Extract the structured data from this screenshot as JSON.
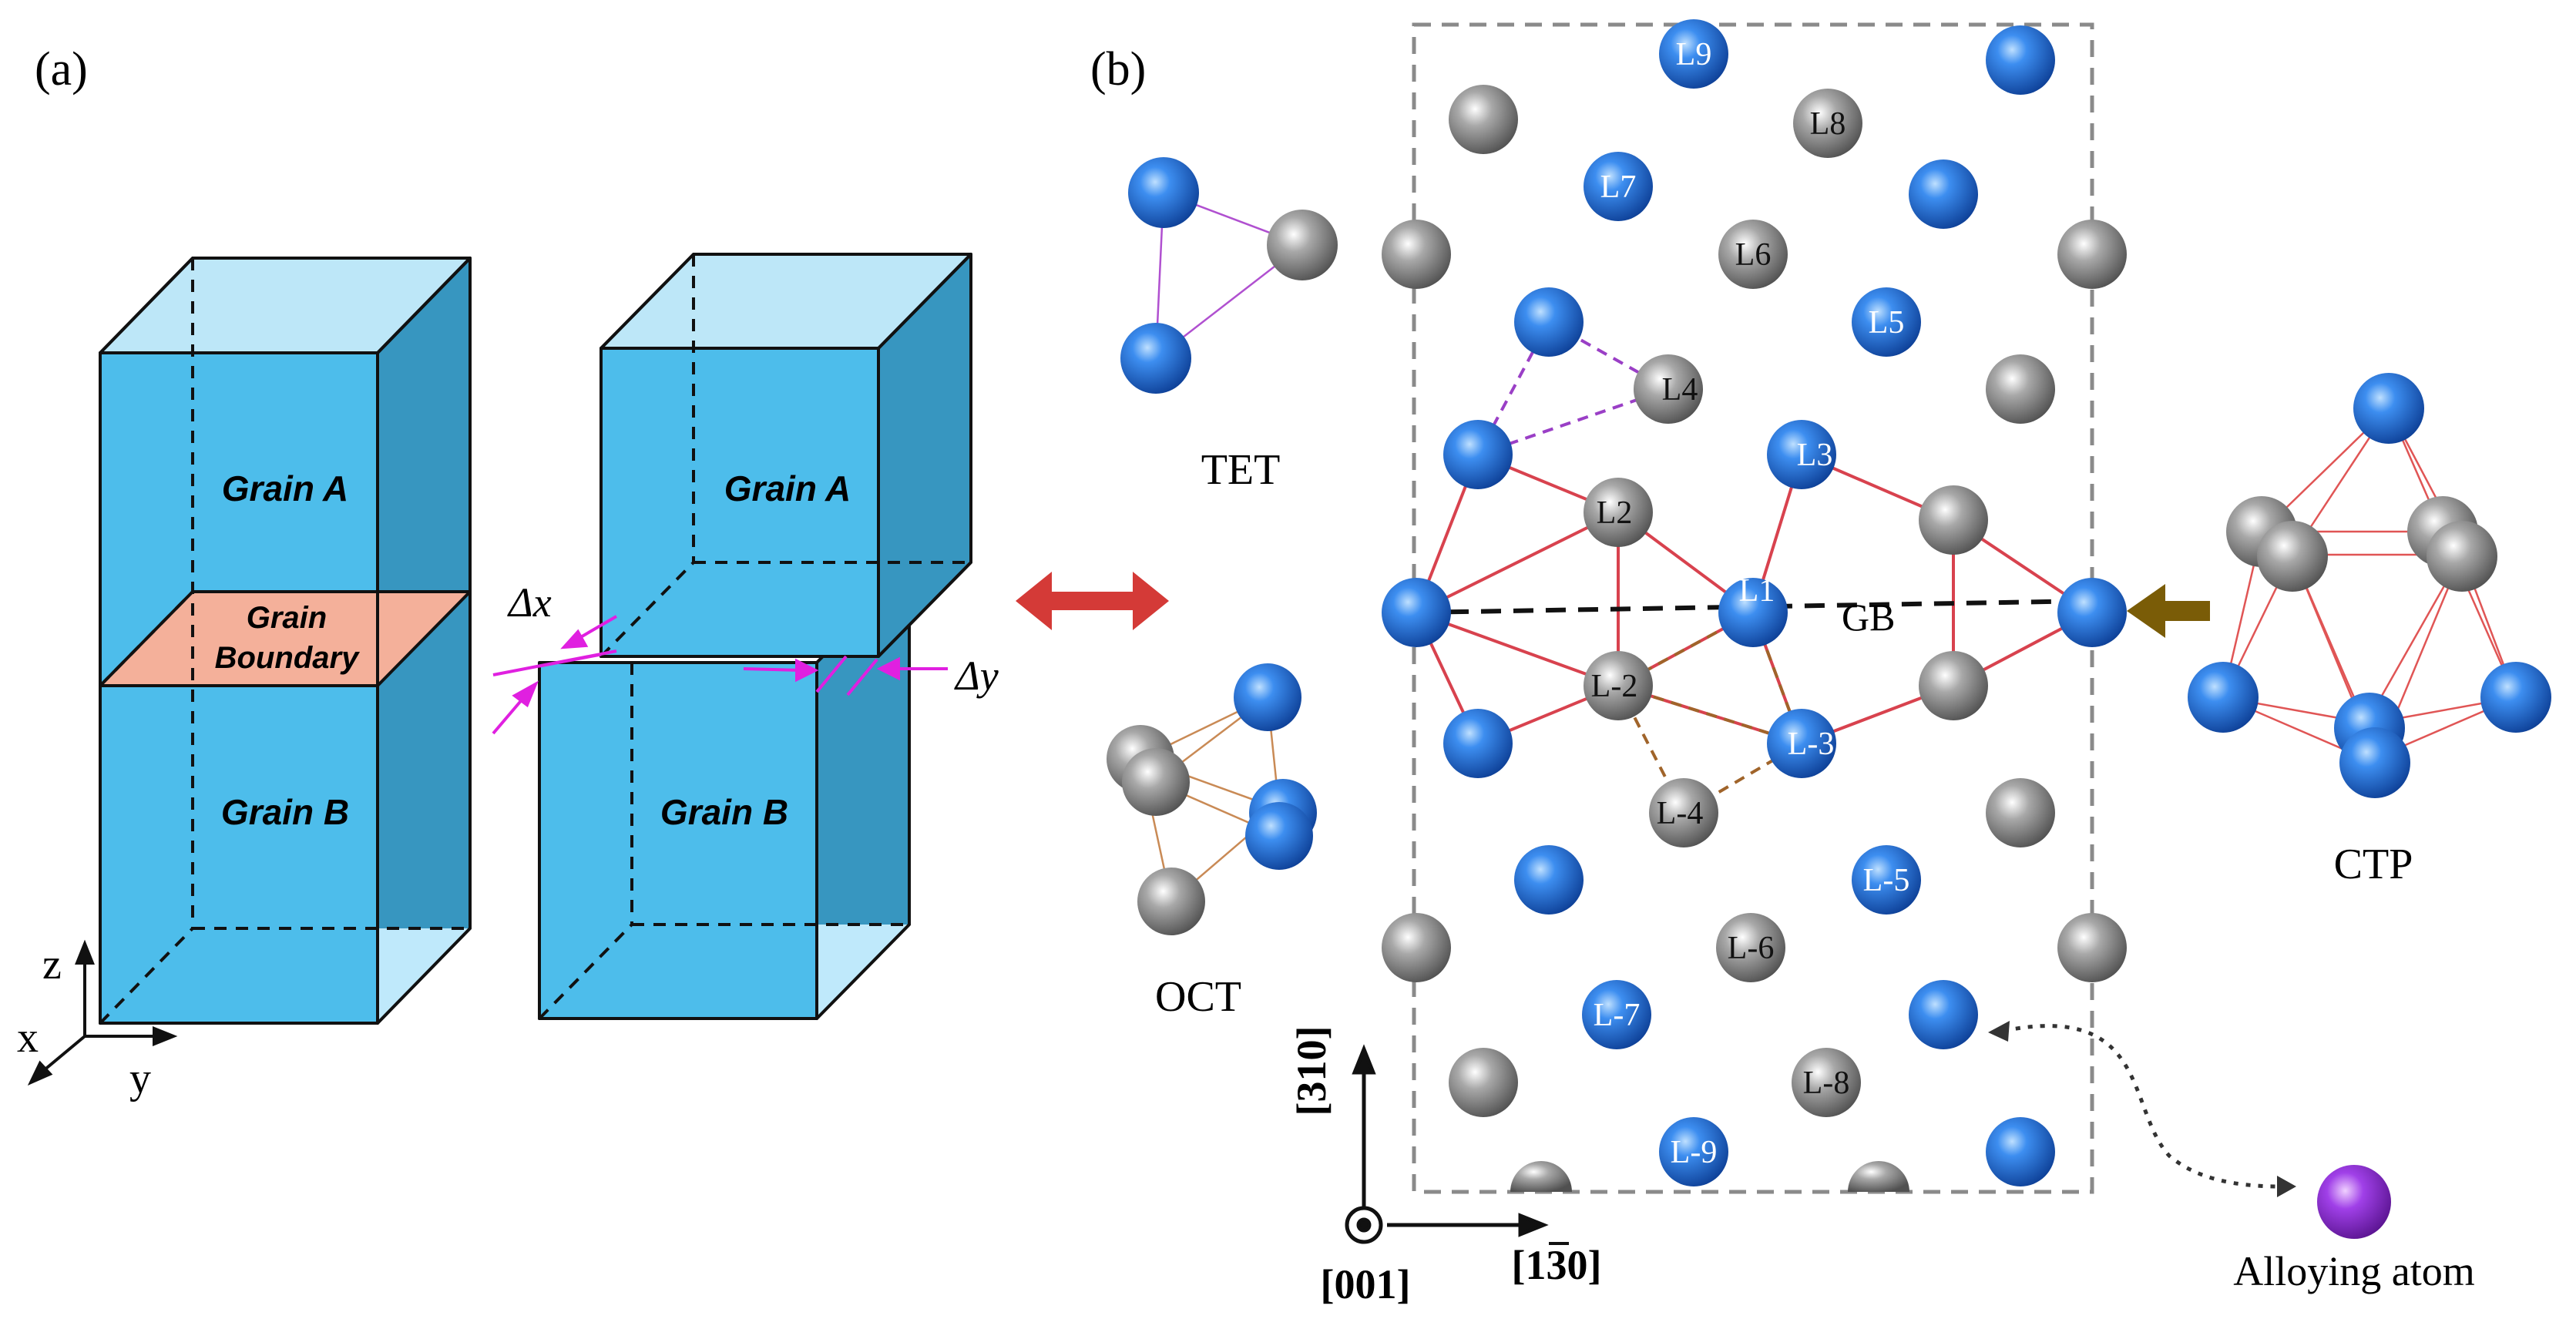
{
  "panel_a": {
    "label": "(a)",
    "grain_a": "Grain A",
    "grain_b": "Grain B",
    "gb_line1": "Grain",
    "gb_line2": "Boundary",
    "delta_x": "Δx",
    "delta_y": "Δy",
    "axis_z": "z",
    "axis_x": "x",
    "axis_y": "y"
  },
  "panel_b": {
    "label": "(b)",
    "tet": "TET",
    "oct": "OCT",
    "ctp": "CTP",
    "gb": "GB",
    "alloying_atom": "Alloying atom",
    "dir_310": "[310]",
    "dir_001": "[001]",
    "dir_130": "[130]",
    "layers_top": [
      "L9",
      "L8",
      "L7",
      "L6",
      "L5",
      "L4",
      "L3",
      "L2",
      "L1"
    ],
    "layers_bottom": [
      "L-2",
      "L-3",
      "L-4",
      "L-5",
      "L-6",
      "L-7",
      "L-8",
      "L-9"
    ]
  },
  "colors": {
    "blue_atom": "#1f6fd6",
    "gray_atom": "#9a9a9a",
    "grain": "#4dbdeb",
    "grain_boundary": "#f4b09a",
    "bond_red": "#d8424e",
    "tet_dash": "#9a3fc6",
    "oct_dash": "#a0642a",
    "double_arrow": "#d43a37",
    "gb_arrow": "#7a5c07",
    "alloy_atom": "#a040e8",
    "magenta": "#e020e0"
  }
}
